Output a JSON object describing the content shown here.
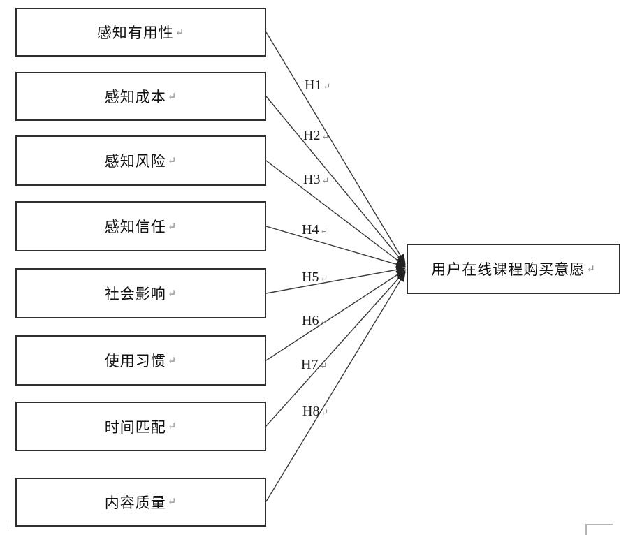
{
  "diagram": {
    "title_hint": "hypothesis model: antecedents of online course purchase intention",
    "return_mark": "↵",
    "left_boxes": [
      {
        "id": "perceived-usefulness",
        "label": "感知有用性"
      },
      {
        "id": "perceived-cost",
        "label": "感知成本"
      },
      {
        "id": "perceived-risk",
        "label": "感知风险"
      },
      {
        "id": "perceived-trust",
        "label": "感知信任"
      },
      {
        "id": "social-influence",
        "label": "社会影响"
      },
      {
        "id": "usage-habit",
        "label": "使用习惯"
      },
      {
        "id": "time-match",
        "label": "时间匹配"
      },
      {
        "id": "content-quality",
        "label": "内容质量"
      }
    ],
    "right_box": {
      "id": "purchase-intention",
      "label": "用户在线课程购买意愿"
    },
    "hypotheses": [
      "H1",
      "H2",
      "H3",
      "H4",
      "H5",
      "H6",
      "H7",
      "H8"
    ],
    "colors": {
      "line": "#3a3a3a",
      "border": "#2e2e2e",
      "text": "#111111",
      "return_mark": "#8c8c8c",
      "ghost": "#b3b3b3"
    }
  }
}
